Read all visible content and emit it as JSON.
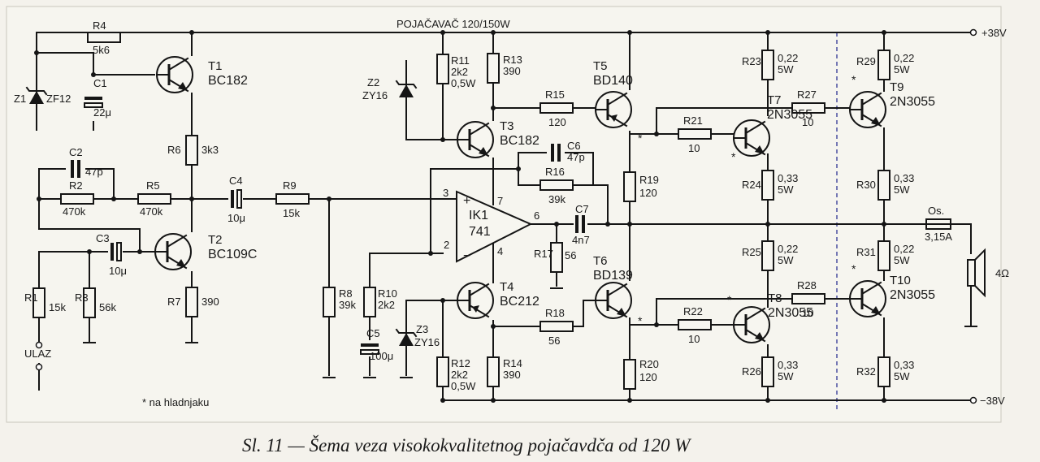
{
  "title": "POJAČAVAČ 120/150W",
  "caption": "Sl. 11 — Šema veza visokokvalitetnog pojačavdča od 120 W",
  "rails": {
    "positive": "+38V",
    "negative": "−38V"
  },
  "input_label": "ULAZ",
  "note": "* na hladnjaku",
  "speaker": "4Ω",
  "fuse": {
    "name": "Os.",
    "value": "3,15A"
  },
  "opamp": {
    "name": "IK1",
    "type": "741",
    "pin_plus": "3",
    "pin_minus": "2",
    "pin_top": "7",
    "pin_bottom": "4",
    "pin_out": "6",
    "plus": "+",
    "minus": "−"
  },
  "transistors": [
    {
      "name": "T1",
      "type": "BC182"
    },
    {
      "name": "T2",
      "type": "BC109C"
    },
    {
      "name": "T3",
      "type": "BC182"
    },
    {
      "name": "T4",
      "type": "BC212"
    },
    {
      "name": "T5",
      "type": "BD140"
    },
    {
      "name": "T6",
      "type": "BD139"
    },
    {
      "name": "T7",
      "type": "2N3055"
    },
    {
      "name": "T8",
      "type": "2N3055"
    },
    {
      "name": "T9",
      "type": "2N3055"
    },
    {
      "name": "T10",
      "type": "2N3055"
    }
  ],
  "resistors": [
    {
      "name": "R1",
      "value": "15k"
    },
    {
      "name": "R2",
      "value": "470k"
    },
    {
      "name": "R3",
      "value": "56k"
    },
    {
      "name": "R4",
      "value": "5k6"
    },
    {
      "name": "R5",
      "value": "470k"
    },
    {
      "name": "R6",
      "value": "3k3"
    },
    {
      "name": "R7",
      "value": "390"
    },
    {
      "name": "R8",
      "value": "39k"
    },
    {
      "name": "R9",
      "value": "15k"
    },
    {
      "name": "R10",
      "value": "2k2"
    },
    {
      "name": "R11",
      "value": "2k2",
      "value2": "0,5W"
    },
    {
      "name": "R12",
      "value": "2k2",
      "value2": "0,5W"
    },
    {
      "name": "R13",
      "value": "390"
    },
    {
      "name": "R14",
      "value": "390"
    },
    {
      "name": "R15",
      "value": "120"
    },
    {
      "name": "R16",
      "value": "39k"
    },
    {
      "name": "R17",
      "value": "56"
    },
    {
      "name": "R18",
      "value": "56"
    },
    {
      "name": "R19",
      "value": "120"
    },
    {
      "name": "R20",
      "value": "120"
    },
    {
      "name": "R21",
      "value": "10"
    },
    {
      "name": "R22",
      "value": "10"
    },
    {
      "name": "R23",
      "value": "0,22",
      "value2": "5W"
    },
    {
      "name": "R24",
      "value": "0,33",
      "value2": "5W"
    },
    {
      "name": "R25",
      "value": "0,22",
      "value2": "5W"
    },
    {
      "name": "R26",
      "value": "0,33",
      "value2": "5W"
    },
    {
      "name": "R27",
      "value": "10"
    },
    {
      "name": "R28",
      "value": "10"
    },
    {
      "name": "R29",
      "value": "0,22",
      "value2": "5W"
    },
    {
      "name": "R30",
      "value": "0,33",
      "value2": "5W"
    },
    {
      "name": "R31",
      "value": "0,22",
      "value2": "5W"
    },
    {
      "name": "R32",
      "value": "0,33",
      "value2": "5W"
    }
  ],
  "capacitors": [
    {
      "name": "C1",
      "value": "22μ"
    },
    {
      "name": "C2",
      "value": "47p"
    },
    {
      "name": "C3",
      "value": "10μ"
    },
    {
      "name": "C4",
      "value": "10μ"
    },
    {
      "name": "C5",
      "value": "100μ"
    },
    {
      "name": "C6",
      "value": "47p"
    },
    {
      "name": "C7",
      "value": "4n7"
    }
  ],
  "zeners": [
    {
      "name": "Z1",
      "type": "ZF12"
    },
    {
      "name": "Z2",
      "type": "ZY16"
    },
    {
      "name": "Z3",
      "type": "ZY16"
    }
  ],
  "heatsink_mark": "*"
}
